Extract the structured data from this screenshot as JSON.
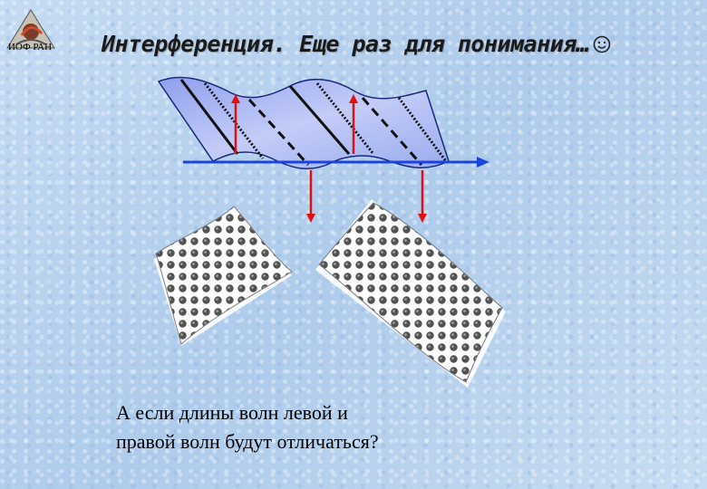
{
  "header": {
    "logo_text": "ИОФ РАН",
    "title": "Интерференция. Еще раз для понимания…"
  },
  "question": {
    "line1": "А если длины волн левой и",
    "line2": "правой волн будут отличаться?"
  },
  "colors": {
    "wave_fill": "#a9b8f2",
    "axis": "#1a44e0",
    "arrow": "#e01010",
    "pattern_dot": "#333333"
  },
  "icons": [
    "smiley-icon",
    "logo-icon"
  ]
}
